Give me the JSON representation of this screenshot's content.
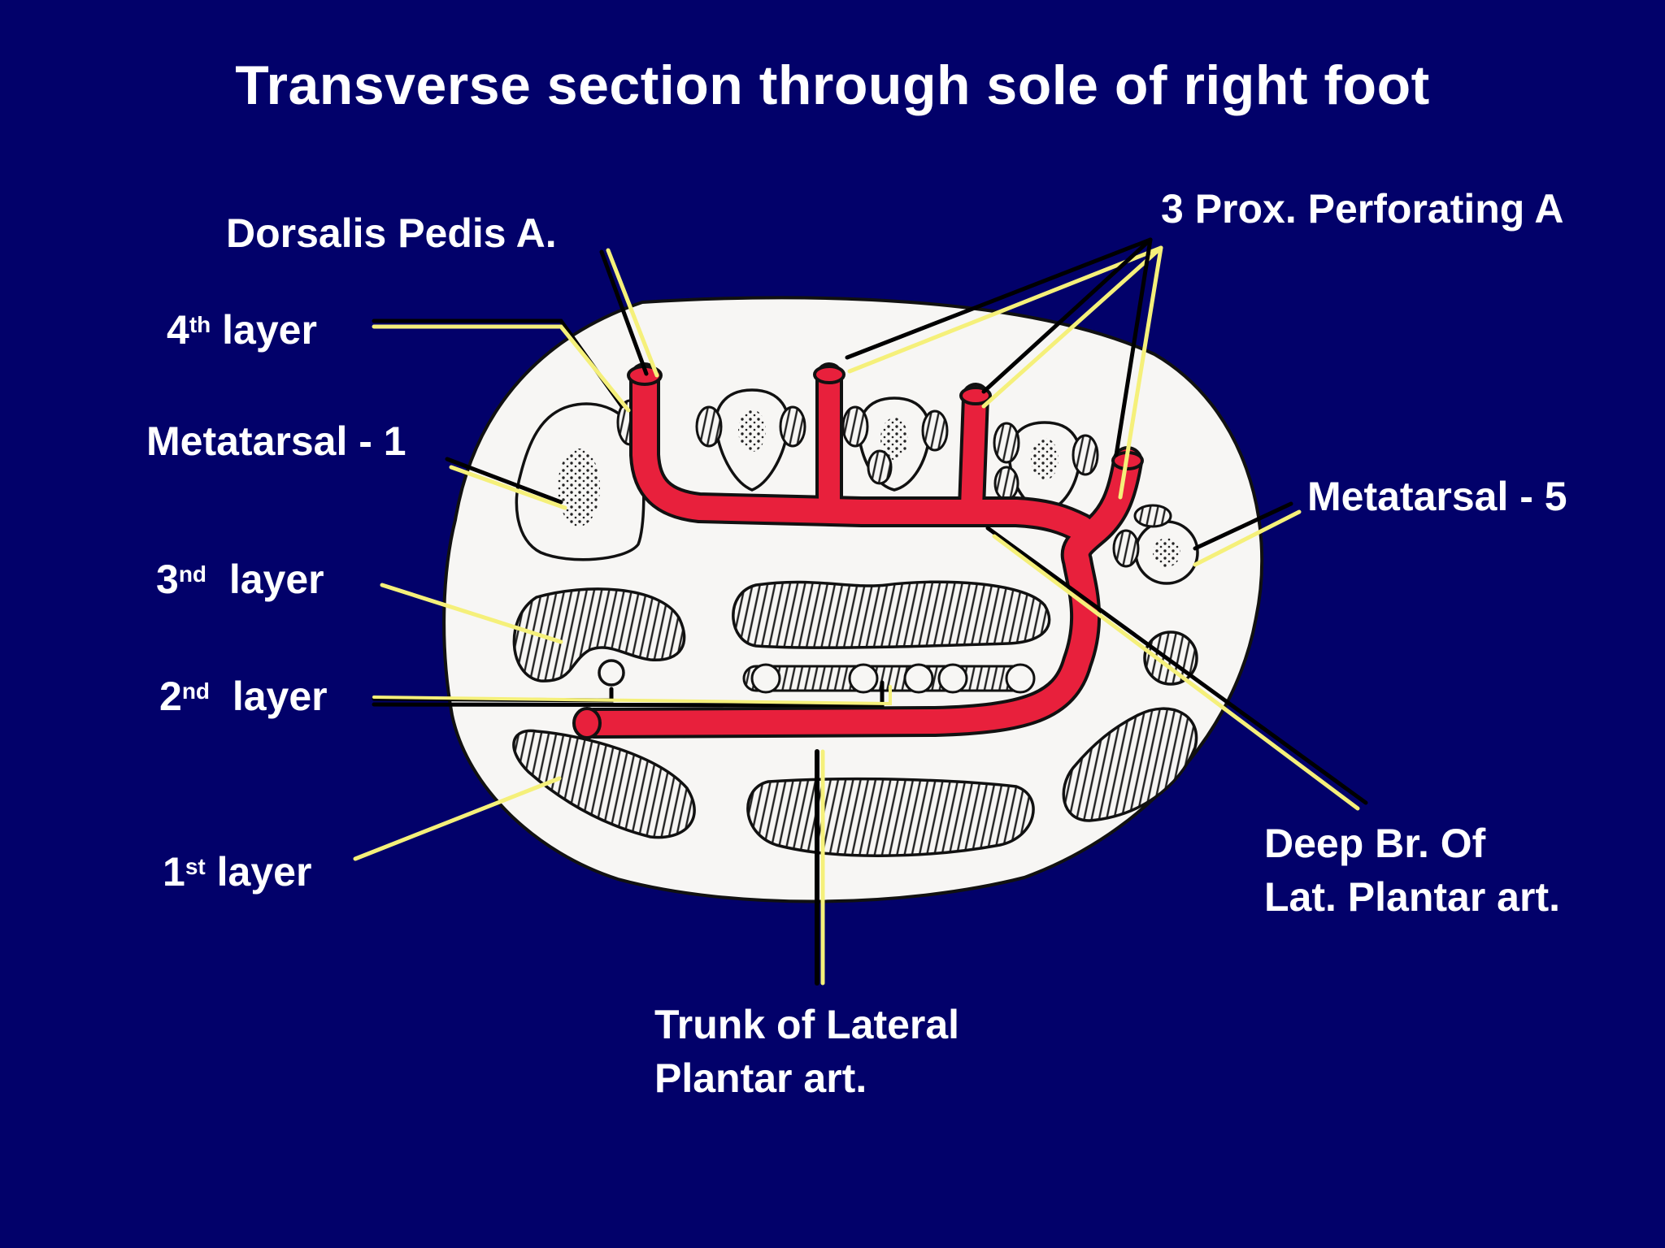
{
  "title": "Transverse section through sole of right foot",
  "labels": {
    "dorsalis_pedis": "Dorsalis Pedis A.",
    "prox_perforating": "3 Prox. Perforating A",
    "layer4": {
      "num": "4",
      "sup": "th",
      "text": "layer"
    },
    "metatarsal1": "Metatarsal - 1",
    "metatarsal5": "Metatarsal - 5",
    "layer3": {
      "num": "3",
      "sup": "nd",
      "text": "layer"
    },
    "layer2": {
      "num": "2",
      "sup": "nd",
      "text": "layer"
    },
    "layer1": {
      "num": "1",
      "sup": "st",
      "text": "layer"
    },
    "deep_branch": {
      "line1": "Deep Br. Of",
      "line2": "Lat. Plantar art."
    },
    "trunk": {
      "line1": "Trunk of Lateral",
      "line2": "Plantar art."
    }
  },
  "colors": {
    "background": "#02016a",
    "artery": "#e8203c",
    "leader_yellow": "#f5f07a",
    "leader_black": "#000000",
    "section_fill": "#f7f6f4",
    "label_text": "#ffffff"
  }
}
